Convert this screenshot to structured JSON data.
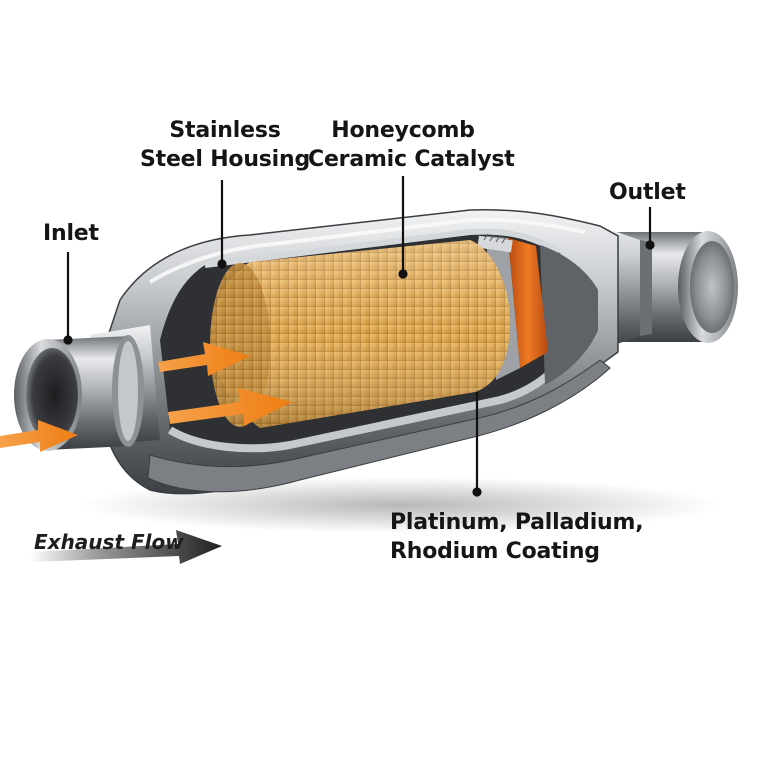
{
  "labels": {
    "inlet": "Inlet",
    "housing_line1": "Stainless",
    "housing_line2": "Steel Housing",
    "catalyst_line1": "Honeycomb",
    "catalyst_line2": "Ceramic Catalyst",
    "outlet": "Outlet",
    "coating_line1": "Platinum, Palladium,",
    "coating_line2": "Rhodium Coating",
    "exhaust_flow": "Exhaust Flow"
  },
  "colors": {
    "flow_arrow": "#f28a1e",
    "catalyst": "#e3b25c",
    "catalyst_grid": "#b07a2a",
    "heat_band": "#e0641a",
    "steel_light": "#e6e8ea",
    "steel_mid": "#a9adb2",
    "steel_dark": "#4a4e53",
    "interior_dark": "#2c2e31"
  }
}
